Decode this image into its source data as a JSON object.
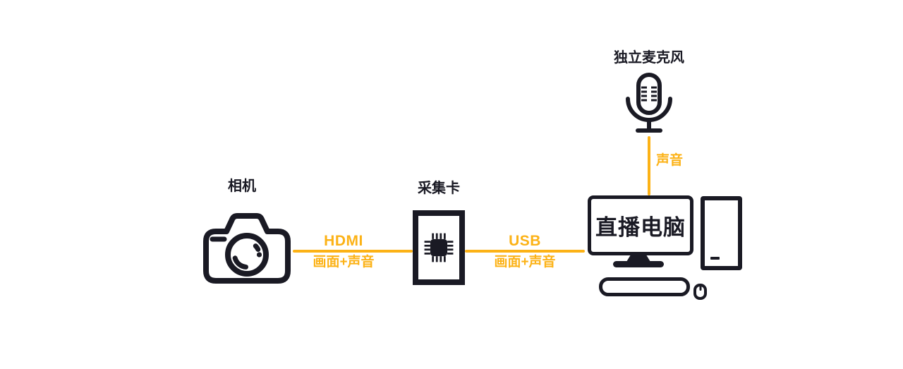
{
  "nodes": {
    "camera": {
      "label": "相机",
      "icon": "camera-icon"
    },
    "capture_card": {
      "label": "采集卡",
      "icon": "chip-icon"
    },
    "computer": {
      "label": "直播电脑",
      "icon": "desktop-computer-icon"
    },
    "microphone": {
      "label": "独立麦克风",
      "icon": "microphone-icon"
    }
  },
  "connections": {
    "camera_to_capture": {
      "from": "camera",
      "to": "capture_card",
      "protocol": "HDMI",
      "payload": "画面+声音"
    },
    "capture_to_computer": {
      "from": "capture_card",
      "to": "computer",
      "protocol": "USB",
      "payload": "画面+声音"
    },
    "mic_to_computer": {
      "from": "microphone",
      "to": "computer",
      "payload": "声音"
    }
  },
  "colors": {
    "accent": "#FCB216",
    "ink": "#1A1A24"
  }
}
